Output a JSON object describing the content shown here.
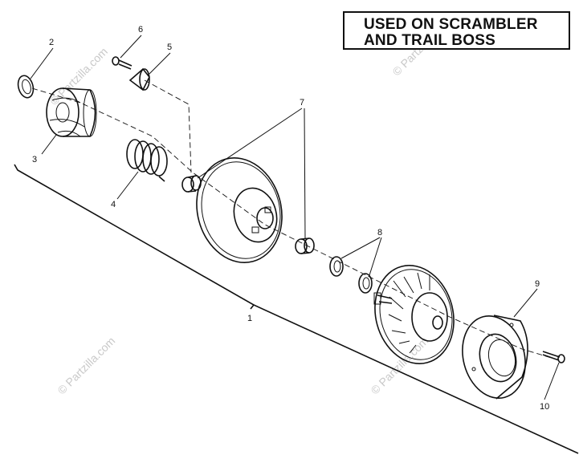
{
  "note_box": {
    "line1": "USED ON SCRAMBLER",
    "line2": "AND TRAIL BOSS"
  },
  "callouts": [
    "1",
    "2",
    "3",
    "4",
    "5",
    "6",
    "7",
    "8",
    "9",
    "10"
  ],
  "watermark": "© Partzilla.com",
  "colors": {
    "ink": "#111111",
    "background": "#ffffff",
    "watermark": "#c9c9c9"
  }
}
